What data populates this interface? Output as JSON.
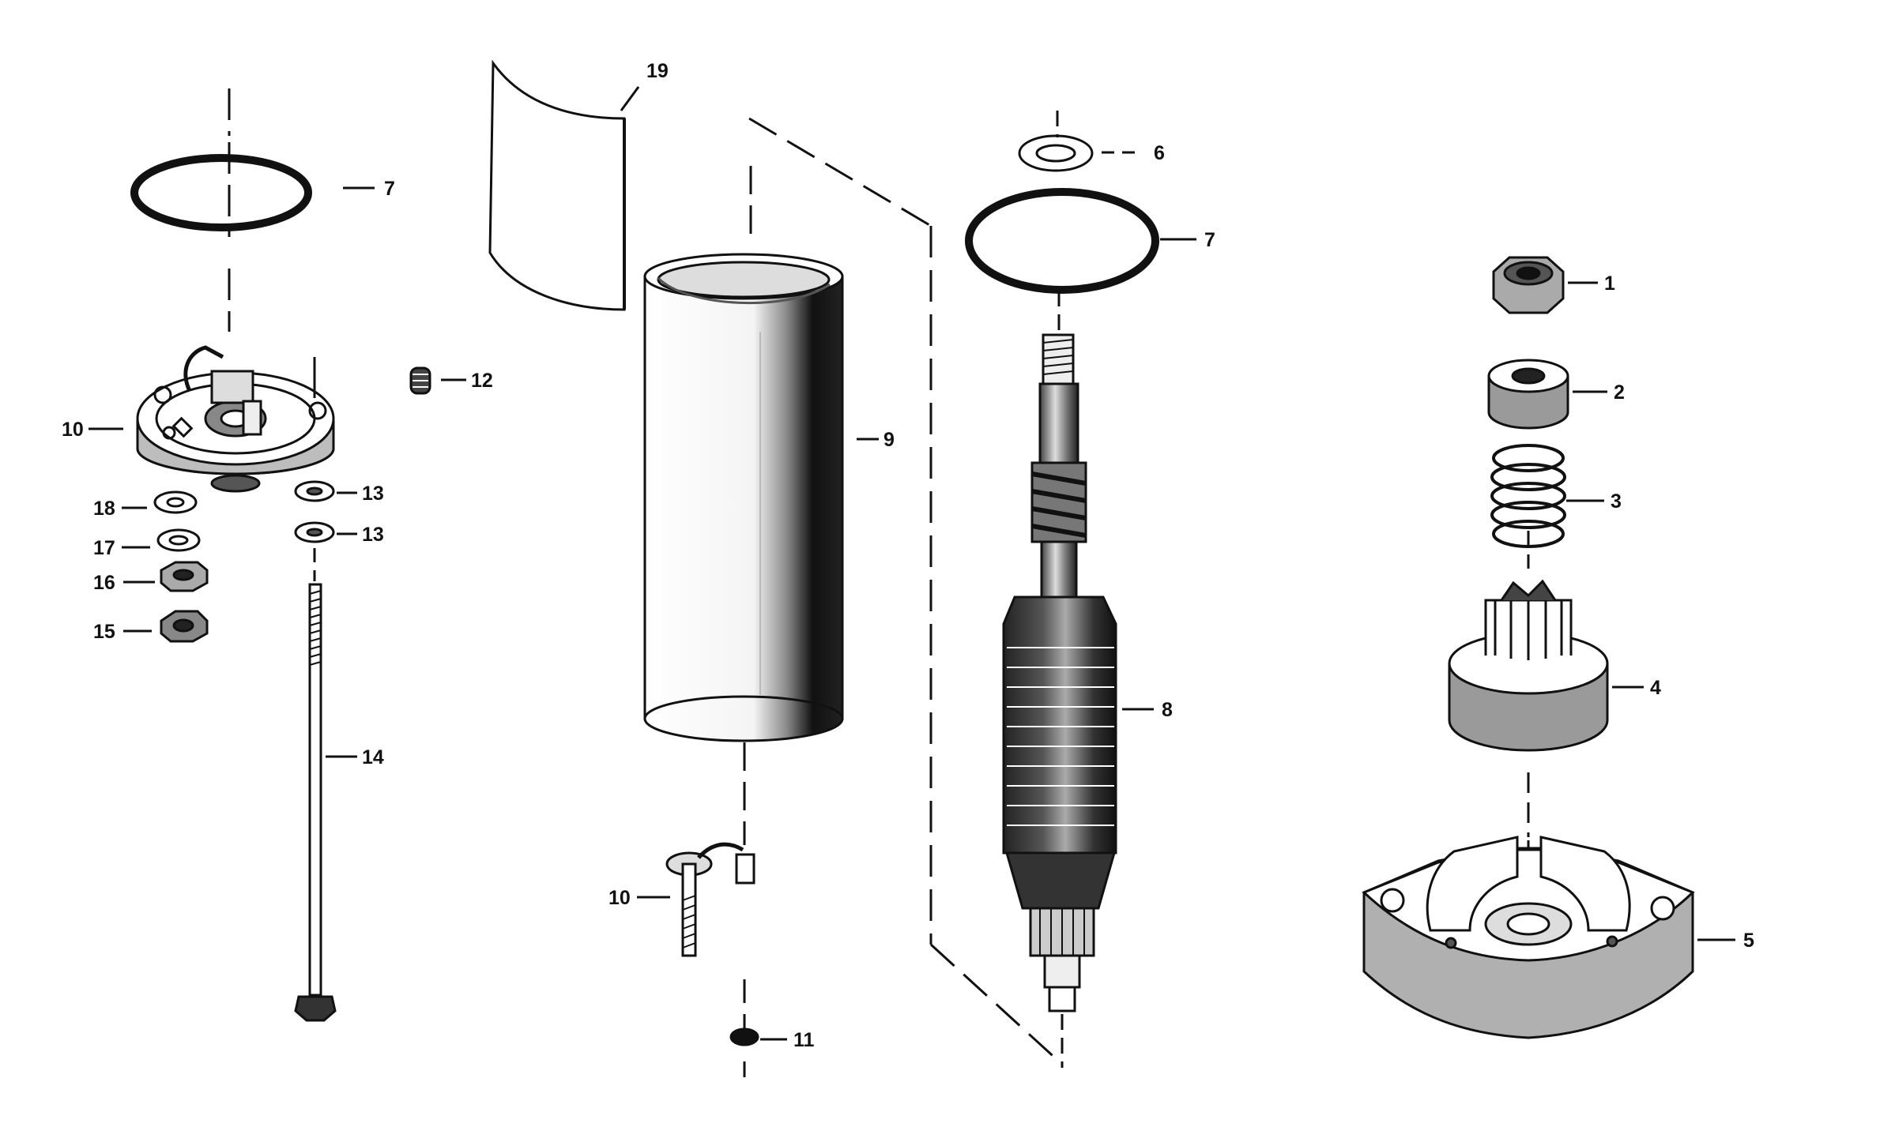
{
  "diagram": {
    "callouts": [
      {
        "key": "c7a",
        "label": "7"
      },
      {
        "key": "c19",
        "label": "19"
      },
      {
        "key": "c10a",
        "label": "10"
      },
      {
        "key": "c12",
        "label": "12"
      },
      {
        "key": "c9",
        "label": "9"
      },
      {
        "key": "c18",
        "label": "18"
      },
      {
        "key": "c13a",
        "label": "13"
      },
      {
        "key": "c17",
        "label": "17"
      },
      {
        "key": "c13b",
        "label": "13"
      },
      {
        "key": "c16",
        "label": "16"
      },
      {
        "key": "c15",
        "label": "15"
      },
      {
        "key": "c14",
        "label": "14"
      },
      {
        "key": "c10b",
        "label": "10"
      },
      {
        "key": "c11",
        "label": "11"
      },
      {
        "key": "c6",
        "label": "6"
      },
      {
        "key": "c7b",
        "label": "7"
      },
      {
        "key": "c8",
        "label": "8"
      },
      {
        "key": "c1",
        "label": "1"
      },
      {
        "key": "c2",
        "label": "2"
      },
      {
        "key": "c3",
        "label": "3"
      },
      {
        "key": "c4",
        "label": "4"
      },
      {
        "key": "c5",
        "label": "5"
      }
    ],
    "colors": {
      "ink": "#111111",
      "paper": "#ffffff",
      "shade": "#9a9a9a"
    }
  }
}
